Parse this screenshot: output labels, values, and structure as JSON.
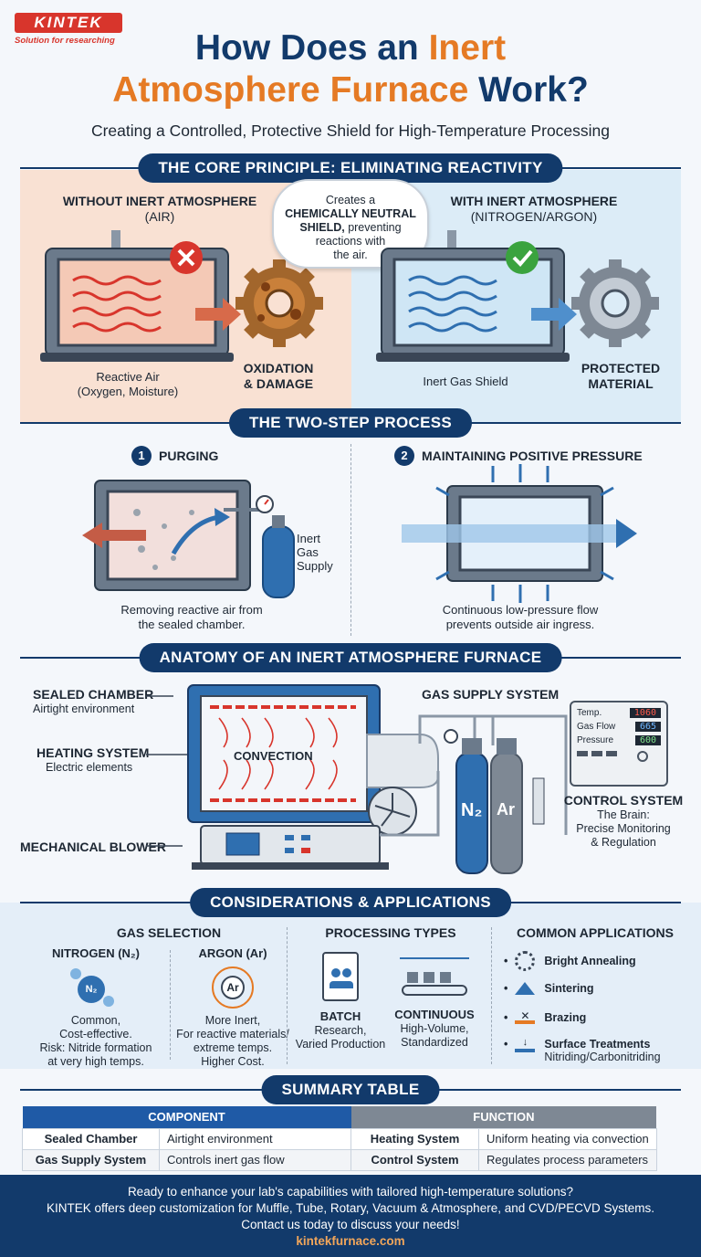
{
  "brand": {
    "logo": "KINTEK",
    "tagline": "Solution for researching"
  },
  "title": {
    "line1_a": "How Does an ",
    "line1_b": "Inert",
    "line2_a": "Atmosphere Furnace",
    "line2_b": " Work?",
    "subtitle": "Creating a Controlled, Protective Shield for High-Temperature Processing"
  },
  "core": {
    "heading": "THE CORE PRINCIPLE: ELIMINATING REACTIVITY",
    "left_title": "WITHOUT INERT ATMOSPHERE",
    "left_sub": "(AIR)",
    "left_caption1": "Reactive Air",
    "left_caption2": "(Oxygen, Moisture)",
    "left_result1": "OXIDATION",
    "left_result2": "& DAMAGE",
    "bubble_l1": "Creates a",
    "bubble_l2": "CHEMICALLY NEUTRAL",
    "bubble_l3": "SHIELD,",
    "bubble_l3b": " preventing",
    "bubble_l4": "reactions with",
    "bubble_l5": "the air.",
    "right_title": "WITH INERT ATMOSPHERE",
    "right_sub": "(NITROGEN/ARGON)",
    "right_caption": "Inert Gas Shield",
    "right_result1": "PROTECTED",
    "right_result2": "MATERIAL"
  },
  "process": {
    "heading": "THE TWO-STEP PROCESS",
    "step1_num": "1",
    "step1_title": "PURGING",
    "gas1": "Inert",
    "gas2": "Gas",
    "gas3": "Supply",
    "step1_cap1": "Removing reactive air from",
    "step1_cap2": "the sealed chamber.",
    "step2_num": "2",
    "step2_title": "MAINTAINING POSITIVE PRESSURE",
    "step2_cap1": "Continuous low-pressure flow",
    "step2_cap2": "prevents outside air ingress."
  },
  "anatomy": {
    "heading": "ANATOMY OF AN INERT ATMOSPHERE FURNACE",
    "sealed_title": "SEALED CHAMBER",
    "sealed_sub": "Airtight environment",
    "heating_title": "HEATING SYSTEM",
    "heating_sub": "Electric elements",
    "blower": "MECHANICAL BLOWER",
    "convection": "CONVECTION",
    "gas_supply": "GAS SUPPLY SYSTEM",
    "tank1": "N₂",
    "tank2": "Ar",
    "panel": [
      {
        "label": "Temp.",
        "value": "1060"
      },
      {
        "label": "Gas Flow",
        "value": "665"
      },
      {
        "label": "Pressure",
        "value": "600"
      }
    ],
    "control_title": "CONTROL SYSTEM",
    "control_l1": "The Brain:",
    "control_l2": "Precise Monitoring",
    "control_l3": "& Regulation"
  },
  "considerations": {
    "heading": "CONSIDERATIONS & APPLICATIONS",
    "gas_title": "GAS SELECTION",
    "n2_title": "NITROGEN (N₂)",
    "n2_icon": "N₂",
    "n2_l1": "Common,",
    "n2_l2": "Cost-effective.",
    "n2_l3": "Risk: Nitride formation",
    "n2_l4": "at very high temps.",
    "ar_title": "ARGON (Ar)",
    "ar_icon": "Ar",
    "ar_l1": "More Inert,",
    "ar_l2": "For reactive materials/",
    "ar_l3": "extreme temps.",
    "ar_l4": "Higher Cost.",
    "proc_title": "PROCESSING TYPES",
    "batch_title": "BATCH",
    "batch_l1": "Research,",
    "batch_l2": "Varied Production",
    "cont_title": "CONTINUOUS",
    "cont_l1": "High-Volume,",
    "cont_l2": "Standardized",
    "app_title": "COMMON APPLICATIONS",
    "apps": [
      "Bright Annealing",
      "Sintering",
      "Brazing",
      "Surface Treatments"
    ],
    "app4_sub": "Nitriding/Carbonitriding"
  },
  "summary": {
    "heading": "SUMMARY TABLE",
    "col1": "COMPONENT",
    "col2": "FUNCTION",
    "rows": [
      {
        "c1": "Sealed Chamber",
        "f1": "Airtight environment",
        "c2": "Heating System",
        "f2": "Uniform heating via convection"
      },
      {
        "c1": "Gas Supply System",
        "f1": "Controls inert gas flow",
        "c2": "Control System",
        "f2": "Regulates process parameters"
      }
    ]
  },
  "footer": {
    "l1": "Ready to enhance your lab's capabilities with tailored high-temperature solutions?",
    "l2": "KINTEK offers deep customization for Muffle, Tube, Rotary, Vacuum & Atmosphere, and CVD/PECVD Systems.",
    "l3": "Contact us today to discuss your needs!",
    "url": "kintekfurnace.com"
  },
  "colors": {
    "navy": "#123a6b",
    "orange": "#e57a24",
    "red": "#d8352c",
    "green": "#3aa33e",
    "blue": "#2f6fb0"
  }
}
